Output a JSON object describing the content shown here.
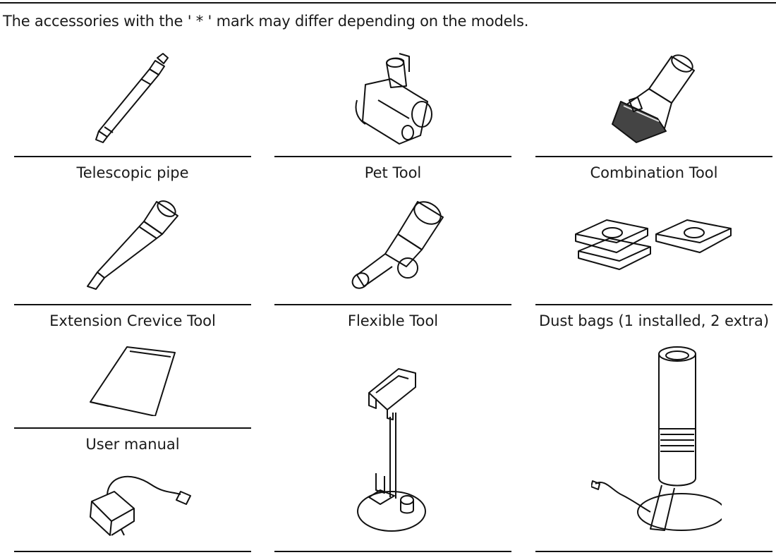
{
  "note": "The accessories with the ' * ' mark may differ depending on the models.",
  "accessories": [
    {
      "label": "Telescopic pipe",
      "icon": "telescopic-pipe-icon"
    },
    {
      "label": "Pet Tool",
      "icon": "pet-tool-icon"
    },
    {
      "label": "Combination Tool",
      "icon": "combination-tool-icon"
    },
    {
      "label": "Extension Crevice Tool",
      "icon": "extension-crevice-tool-icon"
    },
    {
      "label": "Flexible Tool",
      "icon": "flexible-tool-icon"
    },
    {
      "label": "Dust bags (1 installed, 2 extra)",
      "icon": "dust-bags-icon"
    },
    {
      "label": "User manual",
      "icon": "user-manual-icon"
    },
    {
      "label": "",
      "icon": "tool-holder-icon"
    },
    {
      "label": "",
      "icon": "clean-station-icon"
    },
    {
      "label": "",
      "icon": "charger-adapter-icon"
    }
  ]
}
